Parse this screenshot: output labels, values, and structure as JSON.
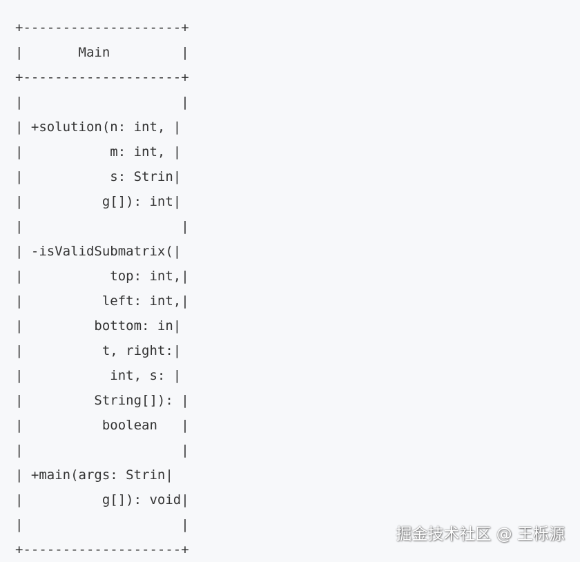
{
  "code": {
    "lines": [
      "+--------------------+",
      "|       Main         |",
      "+--------------------+",
      "|                    |",
      "| +solution(n: int, |",
      "|           m: int, |",
      "|           s: Strin|",
      "|          g[]): int|",
      "|                    |",
      "| -isValidSubmatrix(|",
      "|           top: int,|",
      "|          left: int,|",
      "|         bottom: in|",
      "|          t, right:|",
      "|           int, s: |",
      "|         String[]): |",
      "|          boolean   |",
      "|                    |",
      "| +main(args: Strin|",
      "|          g[]): void|",
      "|                    |",
      "+--------------------+"
    ]
  },
  "watermark": {
    "text": "掘金技术社区 @ 王栎源"
  }
}
